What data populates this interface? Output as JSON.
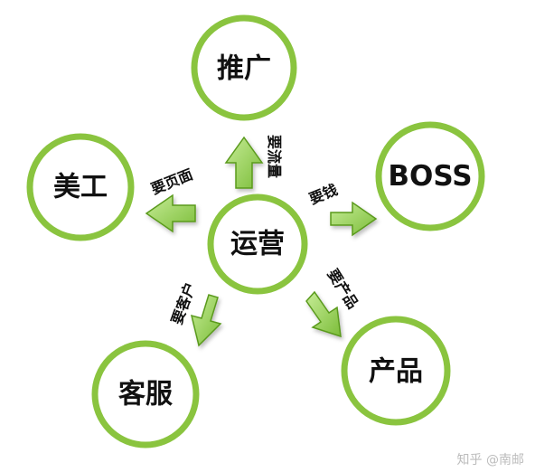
{
  "diagram": {
    "center": {
      "label": "运营"
    },
    "nodes": {
      "promotion": "推广",
      "design": "美工",
      "boss": "BOSS",
      "service": "客服",
      "product": "产品"
    },
    "edges": {
      "promotion": "要流量",
      "design": "要页面",
      "boss": "要钱",
      "service": "要客户",
      "product": "要产品"
    }
  },
  "colors": {
    "circle_stroke": "#8ac43f",
    "arrow_fill": "#9ad25a",
    "arrow_stroke": "#5a9a1c"
  },
  "watermark": "知乎 @南邮"
}
